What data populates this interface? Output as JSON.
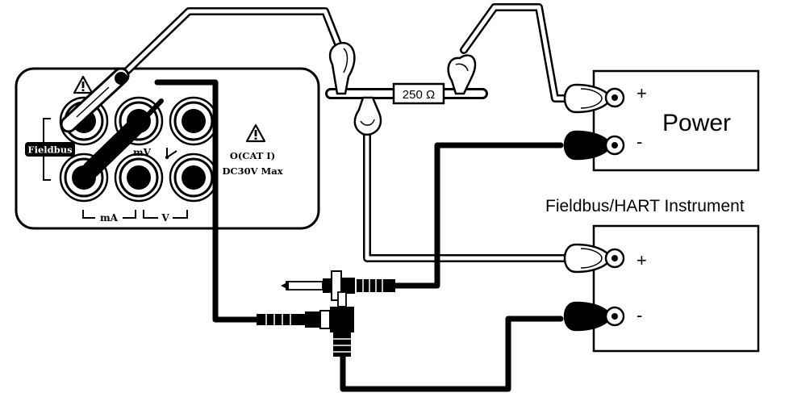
{
  "meter": {
    "fieldbus_label": "Fieldbus",
    "mv_label": "mV",
    "ma_label": "mA",
    "v_label": "V",
    "cat_label": "O(CAT Ⅰ)",
    "max_label": "DC30V Max"
  },
  "resistor": {
    "label": "250 Ω"
  },
  "power": {
    "label": "Power",
    "plus": "+",
    "minus": "-"
  },
  "instrument": {
    "label": "Fieldbus/HART Instrument",
    "plus": "+",
    "minus": "-"
  }
}
